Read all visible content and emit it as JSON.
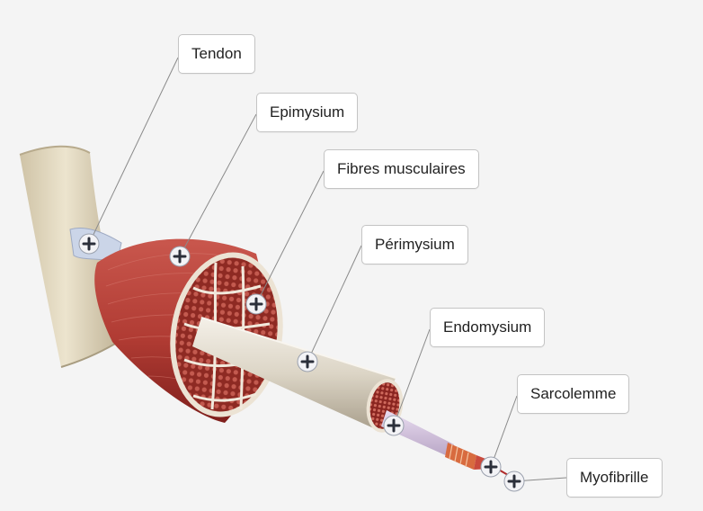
{
  "diagram": {
    "colors": {
      "background": "#f4f4f4",
      "muscle": "#b5413a",
      "muscle_dark": "#7f1f1c",
      "bone": "#e3d8bf",
      "tendon": "#c9d3e6",
      "fascicle_sheath": "#e6e1d6",
      "leader_line": "#8a8a8a",
      "hotspot_fill": "#f3f3f6",
      "hotspot_plus": "#2b2f3a"
    },
    "labels": [
      {
        "id": "tendon",
        "text": "Tendon",
        "hotspot_icon": "plus-icon"
      },
      {
        "id": "epimysium",
        "text": "Epimysium",
        "hotspot_icon": "plus-icon"
      },
      {
        "id": "fibres-musculaires",
        "text": "Fibres musculaires",
        "hotspot_icon": "plus-icon"
      },
      {
        "id": "perimysium",
        "text": "Périmysium",
        "hotspot_icon": "plus-icon"
      },
      {
        "id": "endomysium",
        "text": "Endomysium",
        "hotspot_icon": "plus-icon"
      },
      {
        "id": "sarcolemme",
        "text": "Sarcolemme",
        "hotspot_icon": "plus-icon"
      },
      {
        "id": "myofibrille",
        "text": "Myofibrille",
        "hotspot_icon": "plus-icon"
      }
    ]
  }
}
